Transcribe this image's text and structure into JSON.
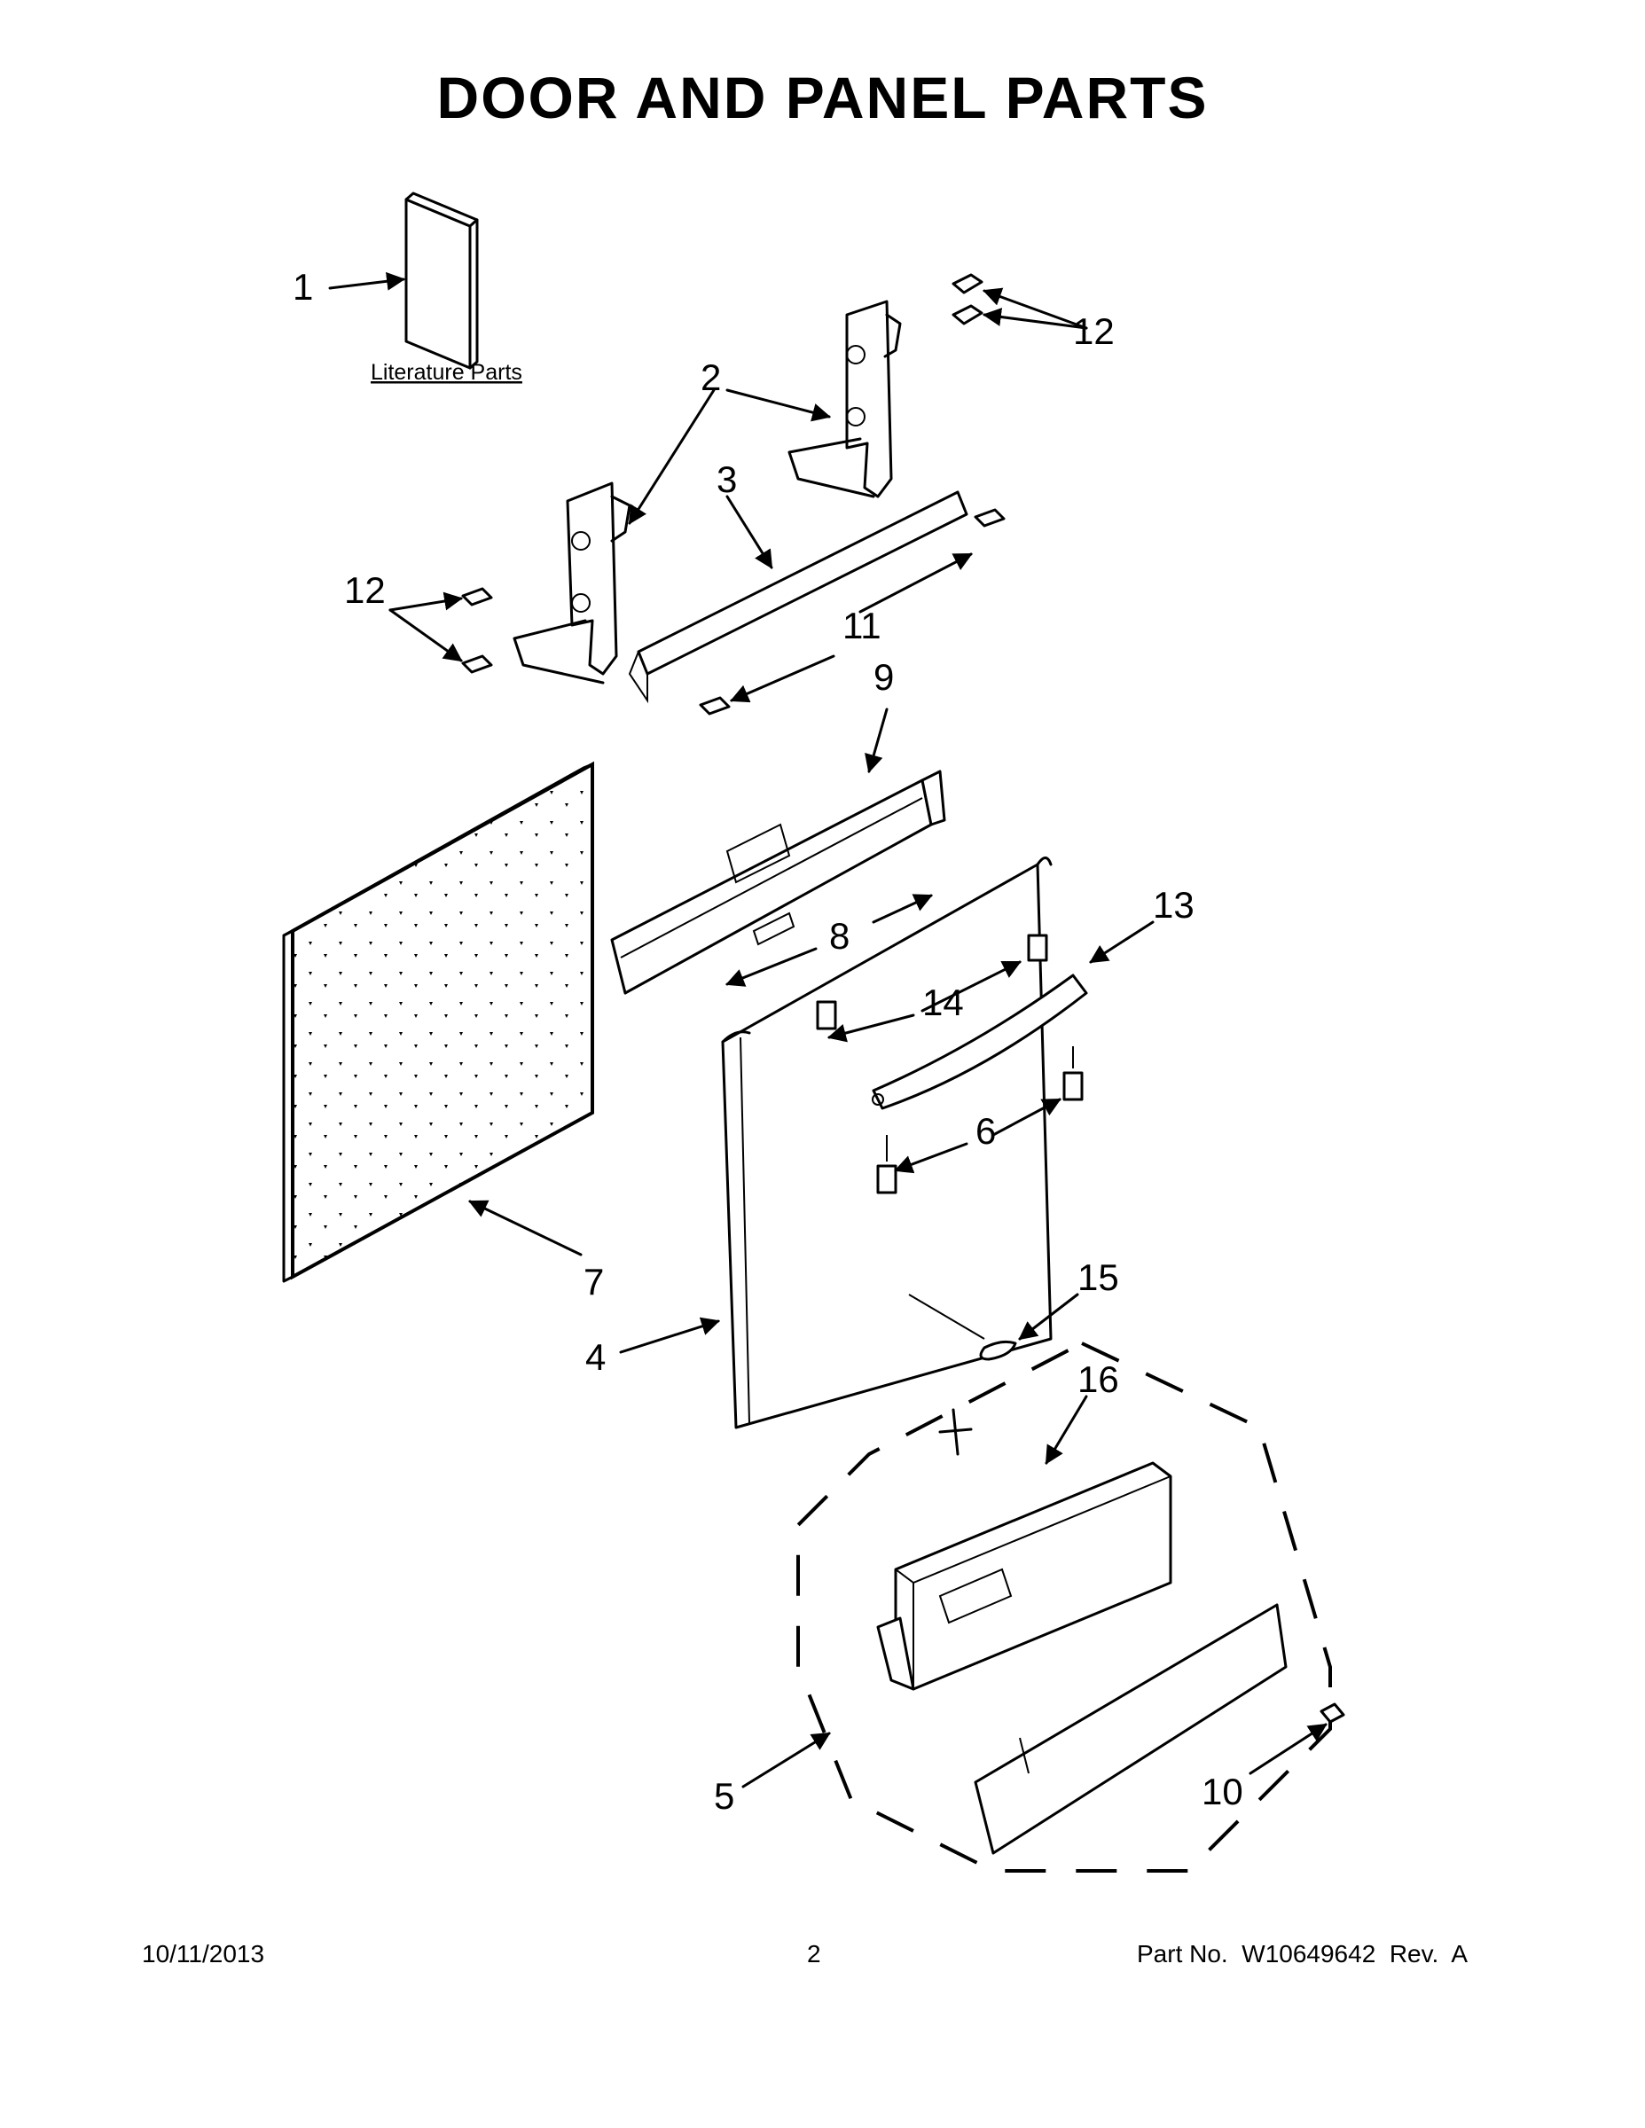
{
  "title": "DOOR AND PANEL PARTS",
  "literature_label": "Literature Parts",
  "callouts": {
    "c1": "1",
    "c2": "2",
    "c3": "3",
    "c4": "4",
    "c5": "5",
    "c6": "6",
    "c7": "7",
    "c8": "8",
    "c9": "9",
    "c10": "10",
    "c11": "11",
    "c12a": "12",
    "c12b": "12",
    "c13": "13",
    "c14": "14",
    "c15": "15",
    "c16": "16"
  },
  "footer": {
    "date": "10/11/2013",
    "page": "2",
    "part": "Part No.  W10649642  Rev.  A"
  }
}
